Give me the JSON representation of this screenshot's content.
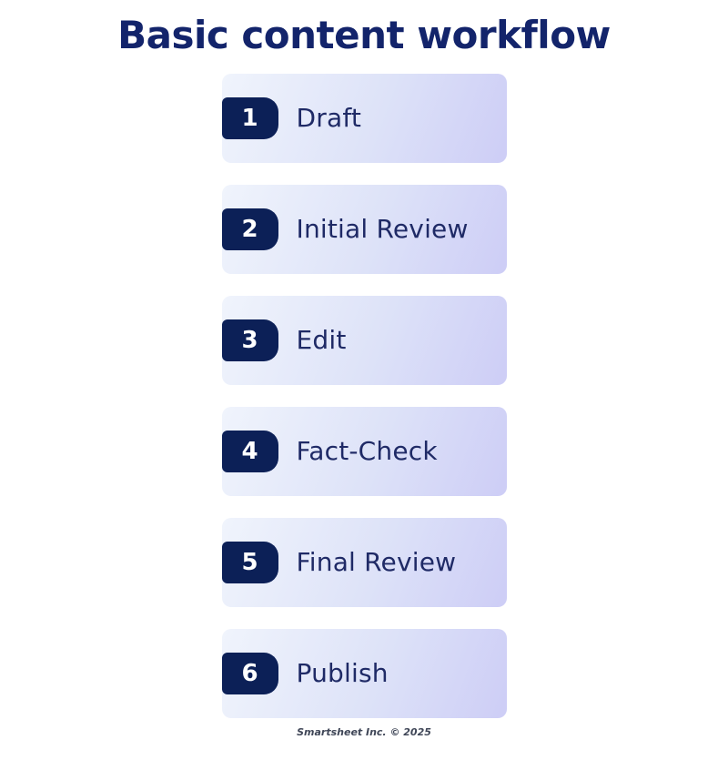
{
  "title": "Basic content workflow",
  "steps": [
    {
      "number": "1",
      "label": "Draft"
    },
    {
      "number": "2",
      "label": "Initial Review"
    },
    {
      "number": "3",
      "label": "Edit"
    },
    {
      "number": "4",
      "label": "Fact-Check"
    },
    {
      "number": "5",
      "label": "Final Review"
    },
    {
      "number": "6",
      "label": "Publish"
    }
  ],
  "footer": {
    "credit": "Smartsheet Inc. © 2025"
  },
  "colors": {
    "title_text": "#13246b",
    "step_label_text": "#1f2a66",
    "badge_background": "#0c2057",
    "badge_text": "#ffffff",
    "card_gradient_start": "#f0f4fc",
    "card_gradient_end": "#cdcdf6",
    "footer_text": "#3f4657",
    "page_background": "#ffffff"
  }
}
